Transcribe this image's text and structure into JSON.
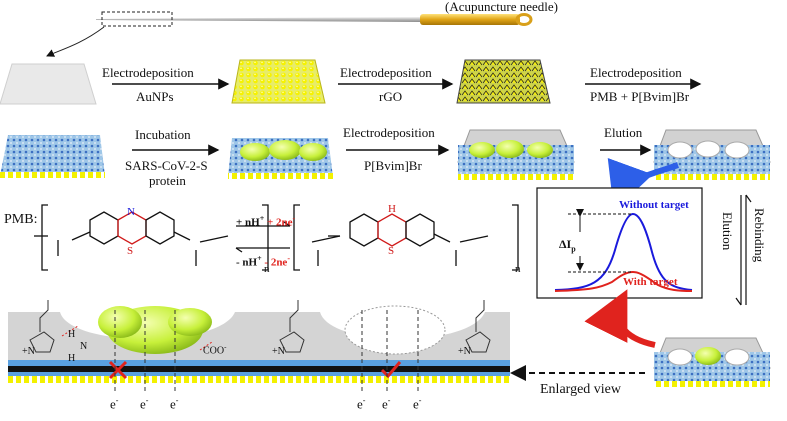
{
  "needle": {
    "title": "(Acupuncture needle)"
  },
  "row1": {
    "step1_top": "Electrodeposition",
    "step1_bottom": "AuNPs",
    "step2_top": "Electrodeposition",
    "step2_bottom": "rGO",
    "step3_top": "Electrodeposition",
    "step3_bottom": "PMB + P[Bvim]Br"
  },
  "row2": {
    "incubation": "Incubation",
    "protein_line1": "SARS-CoV-2-S",
    "protein_line2": "protein",
    "electro": "Electrodeposition",
    "electro_sub": "P[Bvim]Br",
    "elution": "Elution"
  },
  "pmb": {
    "label": "PMB:",
    "fwd_black": "+ nH",
    "fwd_red": "+ 2ne",
    "rev_black": "- nH",
    "rev_red": "- 2ne",
    "sup_plus": "+",
    "sup_minus": "-",
    "atom_n": "N",
    "atom_h": "H",
    "atom_s_plus": "S",
    "atom_s": "S",
    "n_sub": "n"
  },
  "graph": {
    "without_target": "Without target",
    "with_target": "With target",
    "delta_ip": "ΔI",
    "delta_sub": "p",
    "colors": {
      "without": "#1a1adc",
      "with": "#e0231e"
    }
  },
  "right": {
    "rebinding": "Rebinding",
    "elution": "Elution"
  },
  "bottom": {
    "enlarged_view": "Enlarged view",
    "electron": "e",
    "electron_sup": "-",
    "cooh": "COO",
    "n_label": "N",
    "h_label": "H",
    "nplus": "+N"
  }
}
